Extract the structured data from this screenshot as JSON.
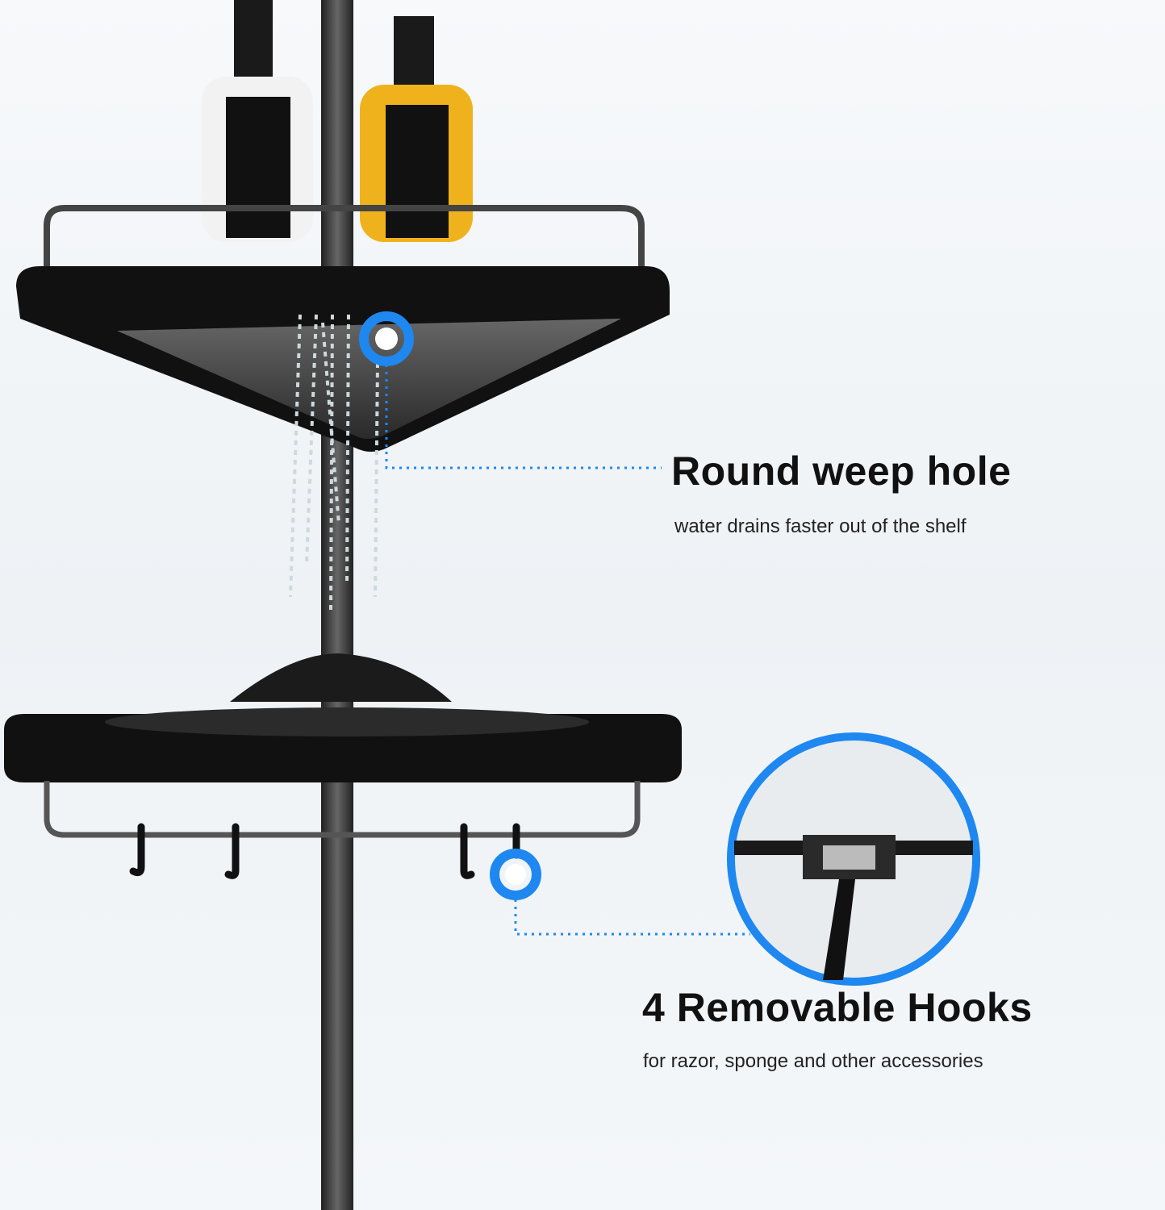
{
  "features": [
    {
      "title": "Round weep hole",
      "description": "water drains faster out of the shelf"
    },
    {
      "title": "4 Removable Hooks",
      "description": "for razor, sponge and other accessories"
    }
  ],
  "colors": {
    "accent": "#1e88f0",
    "shelf": "#111111",
    "bottle_left": "#f2f2f2",
    "bottle_right": "#f0b21c"
  }
}
